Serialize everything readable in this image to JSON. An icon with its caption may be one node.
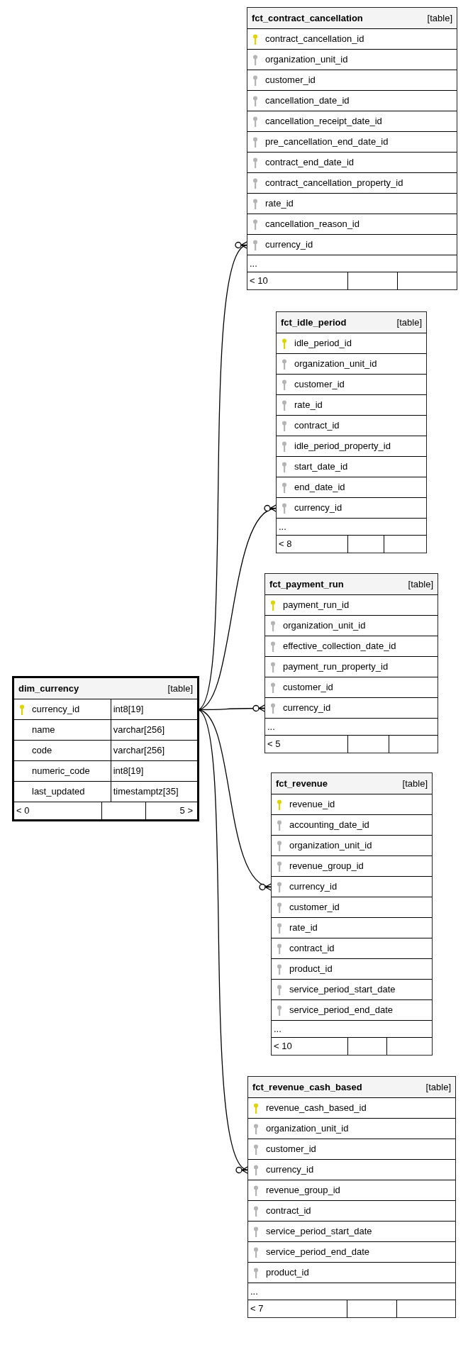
{
  "diagram": {
    "nodes": [
      {
        "text": [
          "fct_contract_cancellation",
          "[table]"
        ]
      },
      {
        "text": [
          "contract_cancellation_id"
        ],
        "in": 0
      },
      {
        "text": [
          "organization_unit_id"
        ],
        "in": 0
      },
      {
        "text": [
          "customer_id"
        ],
        "in": 0
      },
      {
        "text": [
          "cancellation_date_id"
        ],
        "in": 0
      },
      {
        "text": [
          "cancellation_receipt_date_id"
        ],
        "in": 0
      },
      {
        "text": [
          "pre_cancellation_end_date_id"
        ],
        "in": 0
      },
      {
        "text": [
          "contract_end_date_id"
        ],
        "in": 0
      },
      {
        "text": [
          "contract_cancellation_property_id"
        ],
        "in": 0
      },
      {
        "text": [
          "rate_id"
        ],
        "in": 0
      },
      {
        "text": [
          "cancellation_reason_id"
        ],
        "in": 0
      },
      {
        "text": [
          "currency_id"
        ],
        "in": 0
      },
      {
        "text": [
          "..."
        ],
        "in": 0
      },
      {
        "text": [
          "< 10"
        ],
        "in": 0
      },
      {
        "text": [
          "fct_idle_period",
          "[table]"
        ]
      },
      {
        "text": [
          "idle_period_id"
        ],
        "in": 14
      },
      {
        "text": [
          "organization_unit_id"
        ],
        "in": 14
      },
      {
        "text": [
          "customer_id"
        ],
        "in": 14
      },
      {
        "text": [
          "rate_id"
        ],
        "in": 14
      },
      {
        "text": [
          "contract_id"
        ],
        "in": 14
      },
      {
        "text": [
          "idle_period_property_id"
        ],
        "in": 14
      },
      {
        "text": [
          "start_date_id"
        ],
        "in": 14
      },
      {
        "text": [
          "end_date_id"
        ],
        "in": 14
      },
      {
        "text": [
          "currency_id"
        ],
        "in": 14
      },
      {
        "text": [
          "..."
        ],
        "in": 14
      },
      {
        "text": [
          "< 8"
        ],
        "in": 14
      },
      {
        "text": [
          "fct_payment_run",
          "[table]"
        ]
      },
      {
        "text": [
          "payment_run_id"
        ],
        "in": 26
      },
      {
        "text": [
          "organization_unit_id"
        ],
        "in": 26
      },
      {
        "text": [
          "effective_collection_date_id"
        ],
        "in": 26
      },
      {
        "text": [
          "payment_run_property_id"
        ],
        "in": 26
      },
      {
        "text": [
          "customer_id"
        ],
        "in": 26
      },
      {
        "text": [
          "currency_id"
        ],
        "in": 26
      },
      {
        "text": [
          "..."
        ],
        "in": 26
      },
      {
        "text": [
          "< 5"
        ],
        "in": 26
      },
      {
        "text": [
          "dim_currency",
          "[table]"
        ]
      },
      {
        "text": [
          "currency_id",
          "int8[19]"
        ],
        "in": 35
      },
      {
        "text": [
          "name",
          "varchar[256]"
        ],
        "in": 35
      },
      {
        "text": [
          "code",
          "varchar[256]"
        ],
        "in": 35
      },
      {
        "text": [
          "numeric_code",
          "int8[19]"
        ],
        "in": 35
      },
      {
        "text": [
          "last_updated",
          "timestamptz[35]"
        ],
        "in": 35
      },
      {
        "text": [
          "< 0",
          "5 >"
        ],
        "in": 35
      },
      {
        "text": [
          "fct_revenue",
          "[table]"
        ]
      },
      {
        "text": [
          "revenue_id"
        ],
        "in": 42
      },
      {
        "text": [
          "accounting_date_id"
        ],
        "in": 42
      },
      {
        "text": [
          "organization_unit_id"
        ],
        "in": 42
      },
      {
        "text": [
          "revenue_group_id"
        ],
        "in": 42
      },
      {
        "text": [
          "currency_id"
        ],
        "in": 42
      },
      {
        "text": [
          "customer_id"
        ],
        "in": 42
      },
      {
        "text": [
          "rate_id"
        ],
        "in": 42
      },
      {
        "text": [
          "contract_id"
        ],
        "in": 42
      },
      {
        "text": [
          "product_id"
        ],
        "in": 42
      },
      {
        "text": [
          "service_period_start_date"
        ],
        "in": 42
      },
      {
        "text": [
          "service_period_end_date"
        ],
        "in": 42
      },
      {
        "text": [
          "..."
        ],
        "in": 42
      },
      {
        "text": [
          "< 10"
        ],
        "in": 42
      },
      {
        "text": [
          "fct_revenue_cash_based",
          "[table]"
        ]
      },
      {
        "text": [
          "revenue_cash_based_id"
        ],
        "in": 56
      },
      {
        "text": [
          "organization_unit_id"
        ],
        "in": 56
      },
      {
        "text": [
          "customer_id"
        ],
        "in": 56
      },
      {
        "text": [
          "currency_id"
        ],
        "in": 56
      },
      {
        "text": [
          "revenue_group_id"
        ],
        "in": 56
      },
      {
        "text": [
          "contract_id"
        ],
        "in": 56
      },
      {
        "text": [
          "service_period_start_date"
        ],
        "in": 56
      },
      {
        "text": [
          "service_period_end_date"
        ],
        "in": 56
      },
      {
        "text": [
          "product_id"
        ],
        "in": 56
      },
      {
        "text": [
          "..."
        ],
        "in": 56
      },
      {
        "text": [
          "< 7"
        ],
        "in": 56
      }
    ],
    "edges": [
      {
        "from": 36,
        "to": 11,
        "arrow": "other"
      },
      {
        "from": 36,
        "to": 23,
        "arrow": "other"
      },
      {
        "from": 36,
        "to": 32,
        "arrow": "other"
      },
      {
        "from": 36,
        "to": 47,
        "arrow": "other"
      },
      {
        "from": 36,
        "to": 60,
        "arrow": "other"
      }
    ]
  }
}
